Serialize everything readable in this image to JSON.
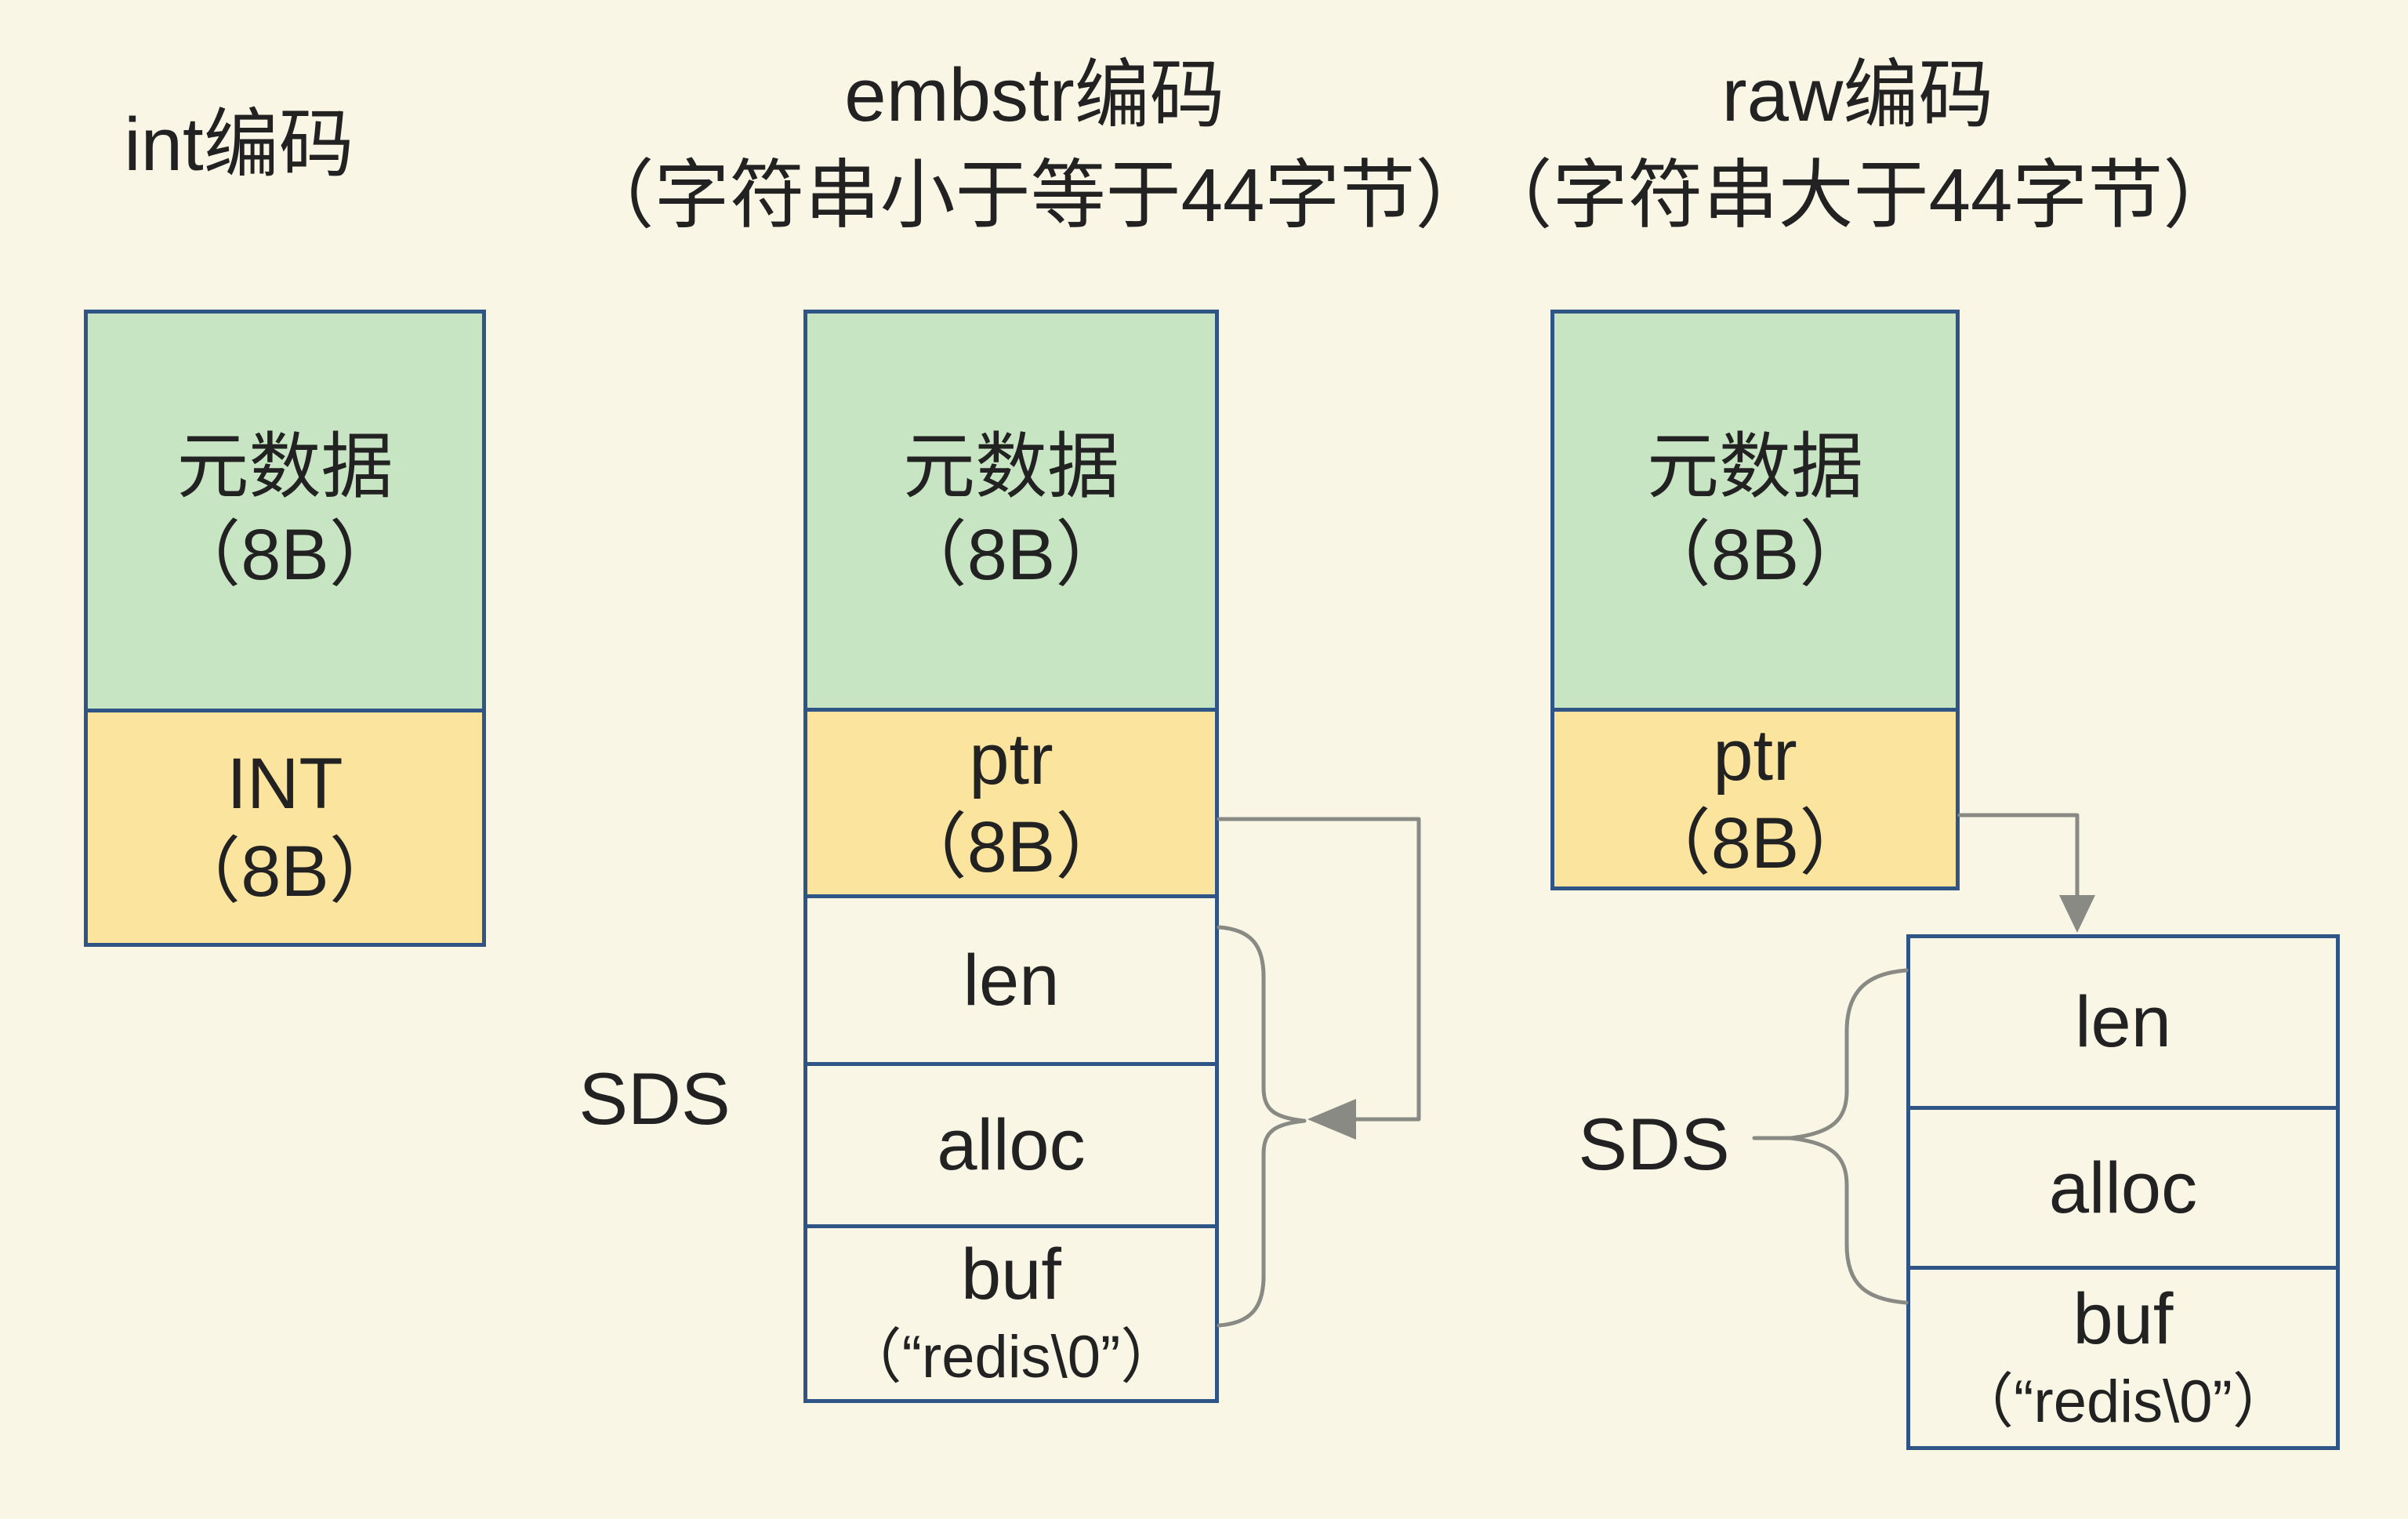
{
  "page": {
    "background_color": "#F9F6E6",
    "colors": {
      "metadata_fill": "#C8E5C3",
      "pointer_fill": "#FAE49E",
      "box_border": "#2E5586",
      "connector_gray": "#8A8A84",
      "text": "#222222"
    }
  },
  "columns": {
    "int": {
      "title": "int编码",
      "metadata": {
        "line1": "元数据",
        "line2": "（8B）"
      },
      "value": {
        "line1": "INT",
        "line2": "（8B）"
      }
    },
    "embstr": {
      "title_line1": "embstr编码",
      "title_line2": "（字符串小于等于44字节）",
      "metadata": {
        "line1": "元数据",
        "line2": "（8B）"
      },
      "pointer": {
        "line1": "ptr",
        "line2": "（8B）"
      },
      "sds_label": "SDS",
      "sds_fields": [
        {
          "label": "len"
        },
        {
          "label": "alloc"
        },
        {
          "label": "buf",
          "sub": "（“redis\\0”）"
        }
      ]
    },
    "raw": {
      "title_line1": "raw编码",
      "title_line2": "（字符串大于44字节）",
      "metadata": {
        "line1": "元数据",
        "line2": "（8B）"
      },
      "pointer": {
        "line1": "ptr",
        "line2": "（8B）"
      },
      "sds_label": "SDS",
      "sds_fields": [
        {
          "label": "len"
        },
        {
          "label": "alloc"
        },
        {
          "label": "buf",
          "sub": "（“redis\\0”）"
        }
      ]
    }
  }
}
